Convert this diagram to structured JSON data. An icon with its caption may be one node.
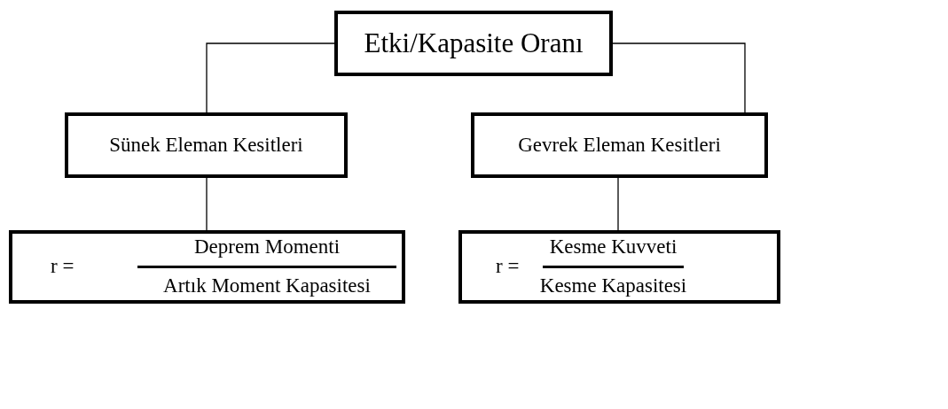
{
  "diagram": {
    "nodes": [
      {
        "text": [
          "Etki/Kapasite Oranı"
        ]
      },
      {
        "text": [
          "Sünek Eleman Kesitleri"
        ]
      },
      {
        "text": [
          "Gevrek Eleman Kesitleri"
        ]
      },
      {
        "text": [
          "r =",
          "Deprem Momenti",
          "Artık Moment Kapasitesi"
        ]
      },
      {
        "text": [
          "r =",
          "Kesme Kuvveti",
          "Kesme Kapasitesi"
        ]
      }
    ],
    "edges": [
      {
        "from": 0,
        "to": 1,
        "arrow": "none"
      },
      {
        "from": 0,
        "to": 2,
        "arrow": "none"
      },
      {
        "from": 1,
        "to": 3,
        "arrow": "none"
      },
      {
        "from": 2,
        "to": 4,
        "arrow": "none"
      }
    ]
  }
}
